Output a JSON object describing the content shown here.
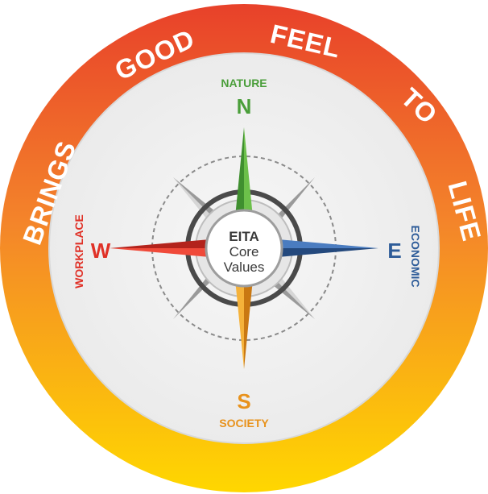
{
  "ring": {
    "words": [
      "BRINGS",
      "GOOD",
      "FEEL",
      "TO",
      "LIFE"
    ],
    "gradient_top": "#e8412a",
    "gradient_bottom": "#ffd700"
  },
  "center": {
    "line1": "EITA",
    "line2": "Core",
    "line3": "Values"
  },
  "directions": {
    "north": {
      "letter": "N",
      "word": "NATURE",
      "color": "#4a9e3a"
    },
    "east": {
      "letter": "E",
      "word": "ECONOMIC",
      "color": "#2e5c99"
    },
    "south": {
      "letter": "S",
      "word": "SOCIETY",
      "color": "#e8921c"
    },
    "west": {
      "letter": "W",
      "word": "WORKPLACE",
      "color": "#e03127"
    }
  }
}
